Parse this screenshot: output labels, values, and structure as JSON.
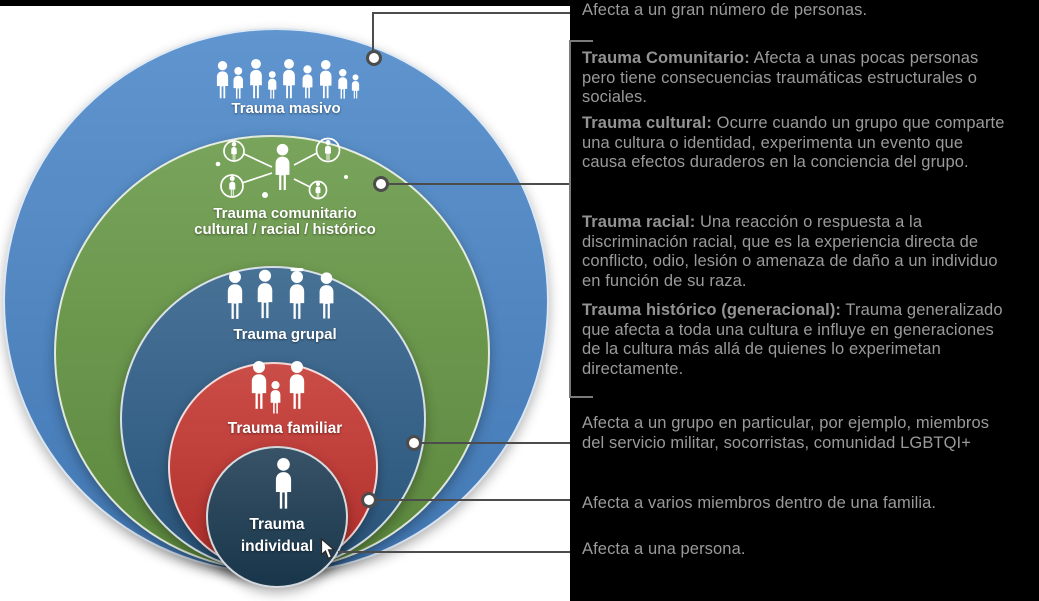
{
  "diagram": {
    "rings": [
      {
        "label": "Trauma masivo",
        "color": "#4a86c8",
        "icon": "crowd-icon"
      },
      {
        "label": "Trauma comunitario",
        "label2": "cultural / racial / histórico",
        "color": "#669744",
        "icon": "community-network-icon"
      },
      {
        "label": "Trauma grupal",
        "color": "#2e5e88",
        "icon": "group-people-icon"
      },
      {
        "label": "Trauma familiar",
        "color": "#c4342f",
        "icon": "family-icon"
      },
      {
        "label": "Trauma",
        "label2": "individual",
        "color": "#1c3b52",
        "icon": "single-person-icon"
      }
    ]
  },
  "panel": {
    "background": "#000000",
    "text_color": "#9a9a9a",
    "notes": [
      {
        "lead": "",
        "body": "Afecta a un gran número de personas."
      },
      {
        "lead": "Trauma Comunitario:",
        "body": " Afecta a unas pocas personas pero tiene consecuencias traumáticas estructurales o sociales."
      },
      {
        "lead": "Trauma cultural:",
        "body": " Ocurre cuando un grupo que comparte una cultura o identidad, experimenta un evento que causa efectos duraderos en la conciencia del grupo."
      },
      {
        "lead": "Trauma racial:",
        "body": " Una reacción o respuesta a la discriminación racial, que es la experiencia directa de conflicto, odio, lesión o amenaza de daño a un individuo en función de su raza."
      },
      {
        "lead": "Trauma histórico (generacional):",
        "body": " Trauma generalizado que afecta a toda una cultura e influye en generaciones de la cultura más allá de quienes lo experimetan directamente."
      },
      {
        "lead": "",
        "body": "Afecta a un grupo en particular, por ejemplo, miembros del servicio militar, socorristas, comunidad LGBTQI+"
      },
      {
        "lead": "",
        "body": "Afecta a varios miembros dentro de una familia."
      },
      {
        "lead": "",
        "body": "Afecta a una persona."
      }
    ]
  },
  "connector_color": "#4c4c4c"
}
